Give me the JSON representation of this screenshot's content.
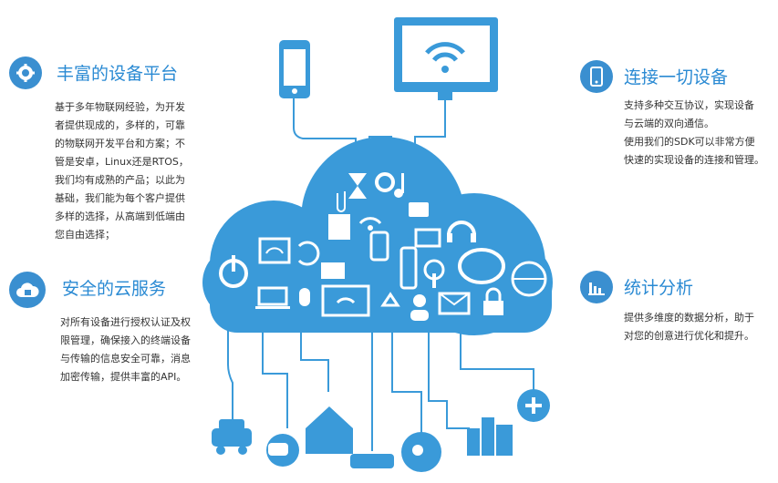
{
  "features": {
    "platform": {
      "icon": "gear-icon",
      "title": "丰富的设备平台",
      "lines": [
        "基于多年物联网经验，为开发",
        "者提供现成的，多样的，可靠",
        "的物联网开发平台和方案；不",
        "管是安卓，Linux还是RTOS，",
        "我们均有成熟的产品；以此为",
        "基础，我们能为每个客户提供",
        "多样的选择，从高端到低端由",
        "您自由选择；"
      ]
    },
    "security": {
      "icon": "cloud-lock-icon",
      "title": "安全的云服务",
      "lines": [
        "对所有设备进行授权认证及权",
        "限管理，确保接入的终端设备",
        "与传输的信息安全可靠，消息",
        "加密传输，提供丰富的API。"
      ]
    },
    "connect": {
      "icon": "mobile-phone-icon",
      "title": "连接一切设备",
      "lines": [
        "支持多种交互协议，实现设备",
        "与云端的双向通信。",
        "使用我们的SDK可以非常方便",
        "快速的实现设备的连接和管理。"
      ]
    },
    "stats": {
      "icon": "bar-chart-icon",
      "title": "统计分析",
      "lines": [
        "提供多维度的数据分析，助于",
        "对您的创意进行优化和提升。"
      ]
    }
  },
  "colors": {
    "accent": "#2a8ad3",
    "cloud": "#3a9ad9",
    "badge": "#3a8fd0",
    "text": "#333333"
  }
}
